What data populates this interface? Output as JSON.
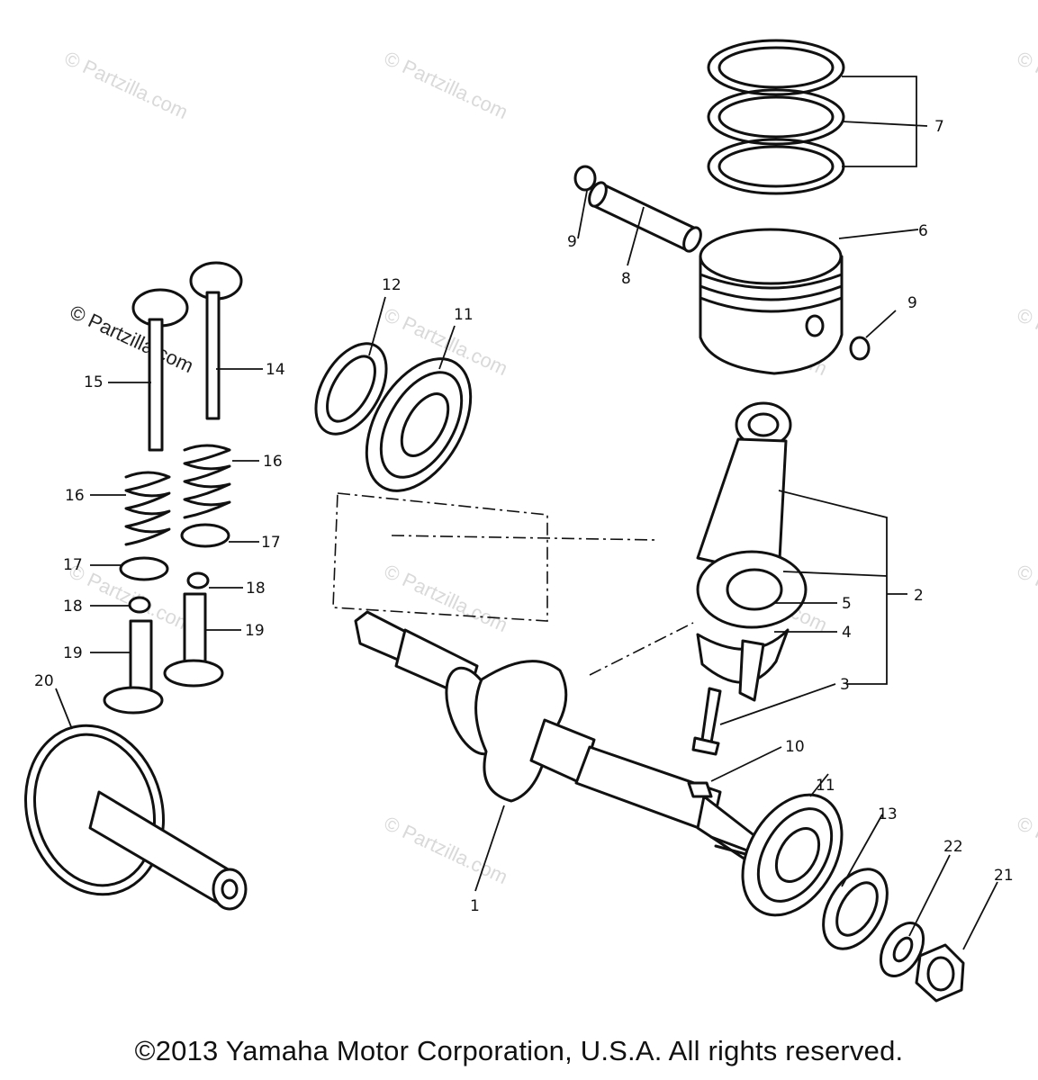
{
  "watermark": "© Partzilla.com",
  "callouts": [
    "1",
    "2",
    "3",
    "4",
    "5",
    "6",
    "7",
    "8",
    "9",
    "9",
    "10",
    "11",
    "11",
    "12",
    "13",
    "14",
    "15",
    "16",
    "16",
    "17",
    "17",
    "18",
    "18",
    "19",
    "19",
    "20",
    "21",
    "22"
  ],
  "copyright": "©2013 Yamaha Motor Corporation, U.S.A. All rights reserved."
}
